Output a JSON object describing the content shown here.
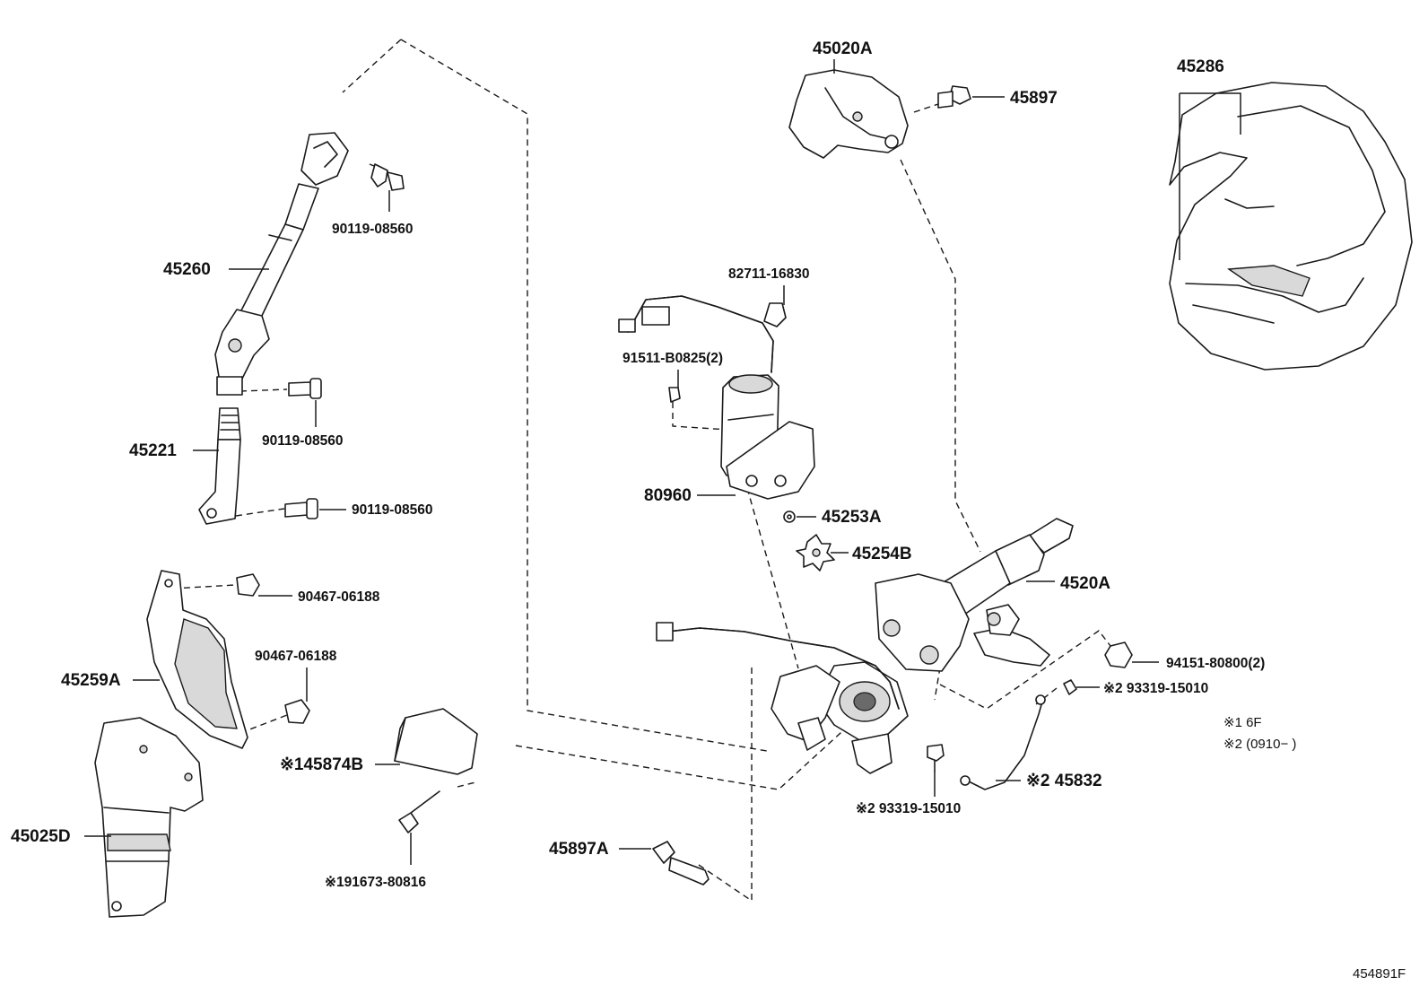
{
  "labels": {
    "p45020A": "45020A",
    "p45897": "45897",
    "p45286": "45286",
    "p45260": "45260",
    "p90119_a": "90119-08560",
    "p90119_b": "90119-08560",
    "p90119_c": "90119-08560",
    "p45221": "45221",
    "p82711": "82711-16830",
    "p91511": "91511-B0825(2)",
    "p80960": "80960",
    "p45253A": "45253A",
    "p45254B": "45254B",
    "p4520A": "4520A",
    "p90467_a": "90467-06188",
    "p90467_b": "90467-06188",
    "p45259A": "45259A",
    "p94151": "94151-80800(2)",
    "p93319_a": "※2 93319-15010",
    "p93319_b": "※2 93319-15010",
    "p45874B": "※145874B",
    "p45832": "※2 45832",
    "p45025D": "45025D",
    "p91673": "※191673-80816",
    "p45897A": "45897A"
  },
  "notes": {
    "n1": "※1 6F",
    "n2": "※2 (0910−      )"
  },
  "diagram_id": "454891F"
}
